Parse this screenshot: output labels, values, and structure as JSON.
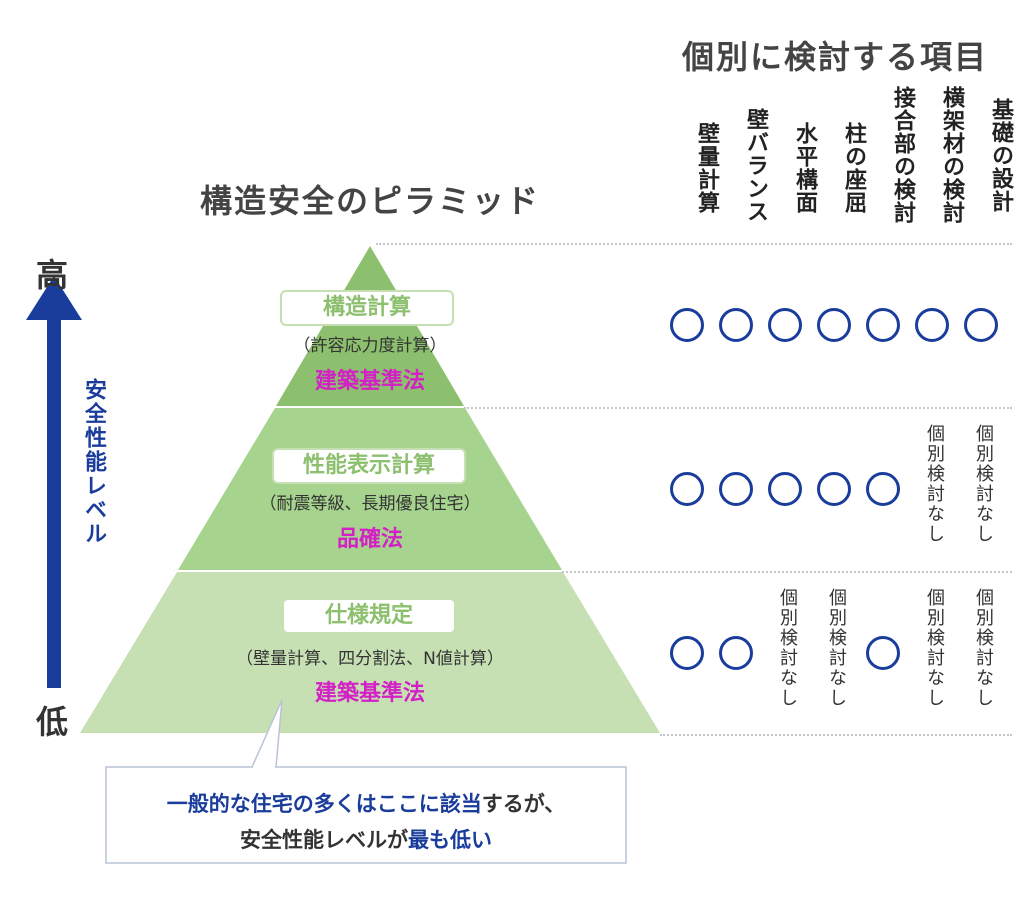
{
  "pyramid": {
    "title": "構造安全のピラミッド",
    "levels": [
      {
        "name": "構造計算",
        "detail": "（許容応力度計算）",
        "law": "建築基準法"
      },
      {
        "name": "性能表示計算",
        "detail": "（耐震等級、長期優良住宅）",
        "law": "品確法"
      },
      {
        "name": "仕様規定",
        "detail": "（壁量計算、四分割法、N値計算）",
        "law": "建築基準法"
      }
    ]
  },
  "axis": {
    "high": "高",
    "low": "低",
    "label": "安全性能レベル"
  },
  "items": {
    "title": "個別に検討する項目",
    "columns": [
      "壁量計算",
      "壁バランス",
      "水平構面",
      "柱の座屈",
      "接合部の検討",
      "横架材の検討",
      "基礎の設計"
    ],
    "rows": [
      [
        "circle",
        "circle",
        "circle",
        "circle",
        "circle",
        "circle",
        "circle"
      ],
      [
        "circle",
        "circle",
        "circle",
        "circle",
        "circle",
        "none",
        "none"
      ],
      [
        "circle",
        "circle",
        "none",
        "none",
        "circle",
        "none",
        "none"
      ]
    ],
    "none_label": "個別検討なし"
  },
  "callout": {
    "line1_prefix": "一般的な住宅の多くはここに該当",
    "line1_suffix": "するが、",
    "line2_prefix": "安全性能レベルが",
    "line2_emph": "最も低い"
  },
  "colors": {
    "tier1": "#8cc06e",
    "tier2": "#a6d38d",
    "tier3": "#c6e0b4",
    "accent_blue": "#1a3d9c",
    "law_magenta": "#d321c6"
  }
}
